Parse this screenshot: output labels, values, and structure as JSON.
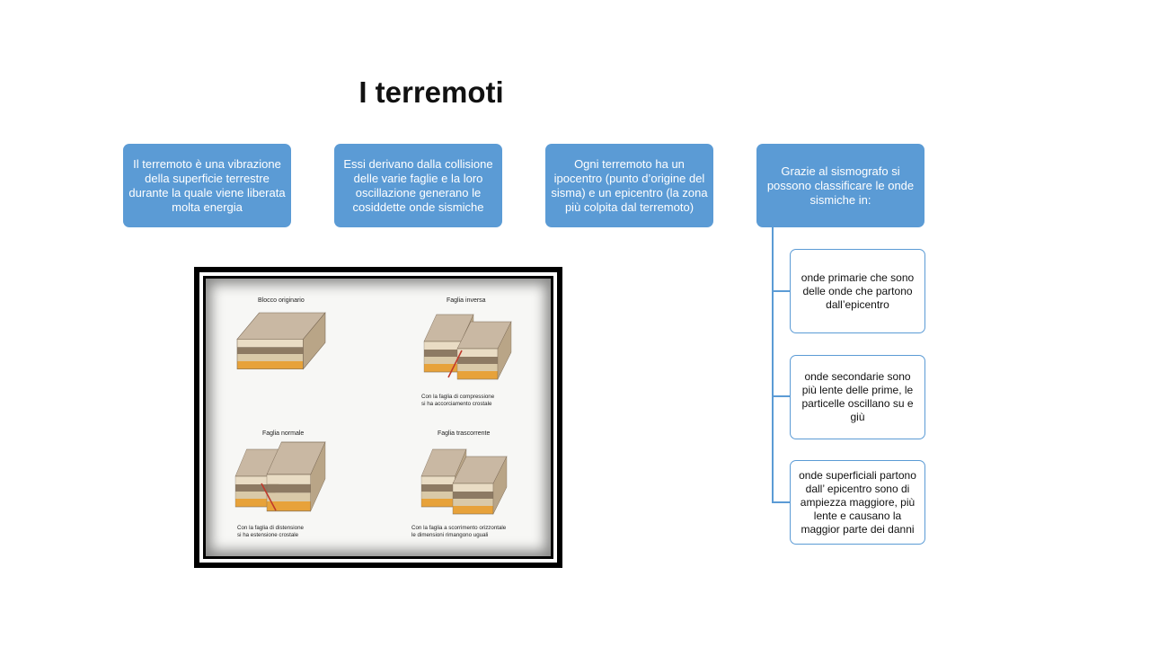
{
  "title": "I terremoti",
  "boxes": [
    "Il terremoto è una vibrazione della superficie terrestre durante la quale viene liberata molta energia",
    "Essi derivano dalla collisione delle varie faglie e la loro oscillazione generano le cosiddette onde sismiche",
    "Ogni terremoto ha un ipocentro (punto d’origine del sisma) e un epicentro (la zona più colpita dal terremoto)",
    "Grazie al sismografo si possono classificare le onde sismiche in:"
  ],
  "subboxes": [
    "onde primarie che sono delle onde che partono dall’epicentro",
    "onde secondarie sono più lente delle prime, le particelle oscillano su e giù",
    "onde superficiali partono dall’ epicentro sono di ampiezza maggiore, più lente e causano la maggior parte dei danni"
  ],
  "figure": {
    "panels": [
      {
        "title": "Blocco originario",
        "caption1": "",
        "caption2": ""
      },
      {
        "title": "Faglia inversa",
        "caption1": "Con la faglia di compressione",
        "caption2": "si ha accorciamento crostale"
      },
      {
        "title": "Faglia normale",
        "caption1": "Con la faglia di distensione",
        "caption2": "si ha estensione crostale"
      },
      {
        "title": "Faglia trascorrente",
        "caption1": "Con la faglia a scorrimento orizzontale",
        "caption2": "le dimensioni rimangono uguali"
      }
    ]
  },
  "colors": {
    "accent": "#5b9bd5",
    "block_top": "#c9b8a3",
    "layer_light": "#e9dcc4",
    "layer_dark": "#8d7a63",
    "layer_orange": "#e7a23a",
    "fault": "#c0392b"
  }
}
